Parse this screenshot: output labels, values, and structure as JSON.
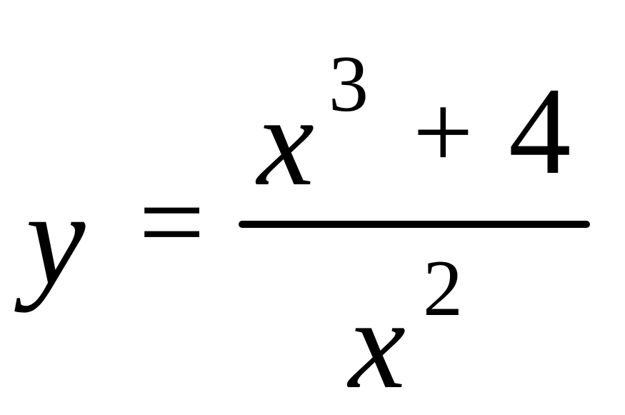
{
  "equation": {
    "lhs": "y",
    "equals": "=",
    "numerator": {
      "base": "x",
      "exponent": "3",
      "operator": "+",
      "constant": "4"
    },
    "denominator": {
      "base": "x",
      "exponent": "2"
    }
  }
}
